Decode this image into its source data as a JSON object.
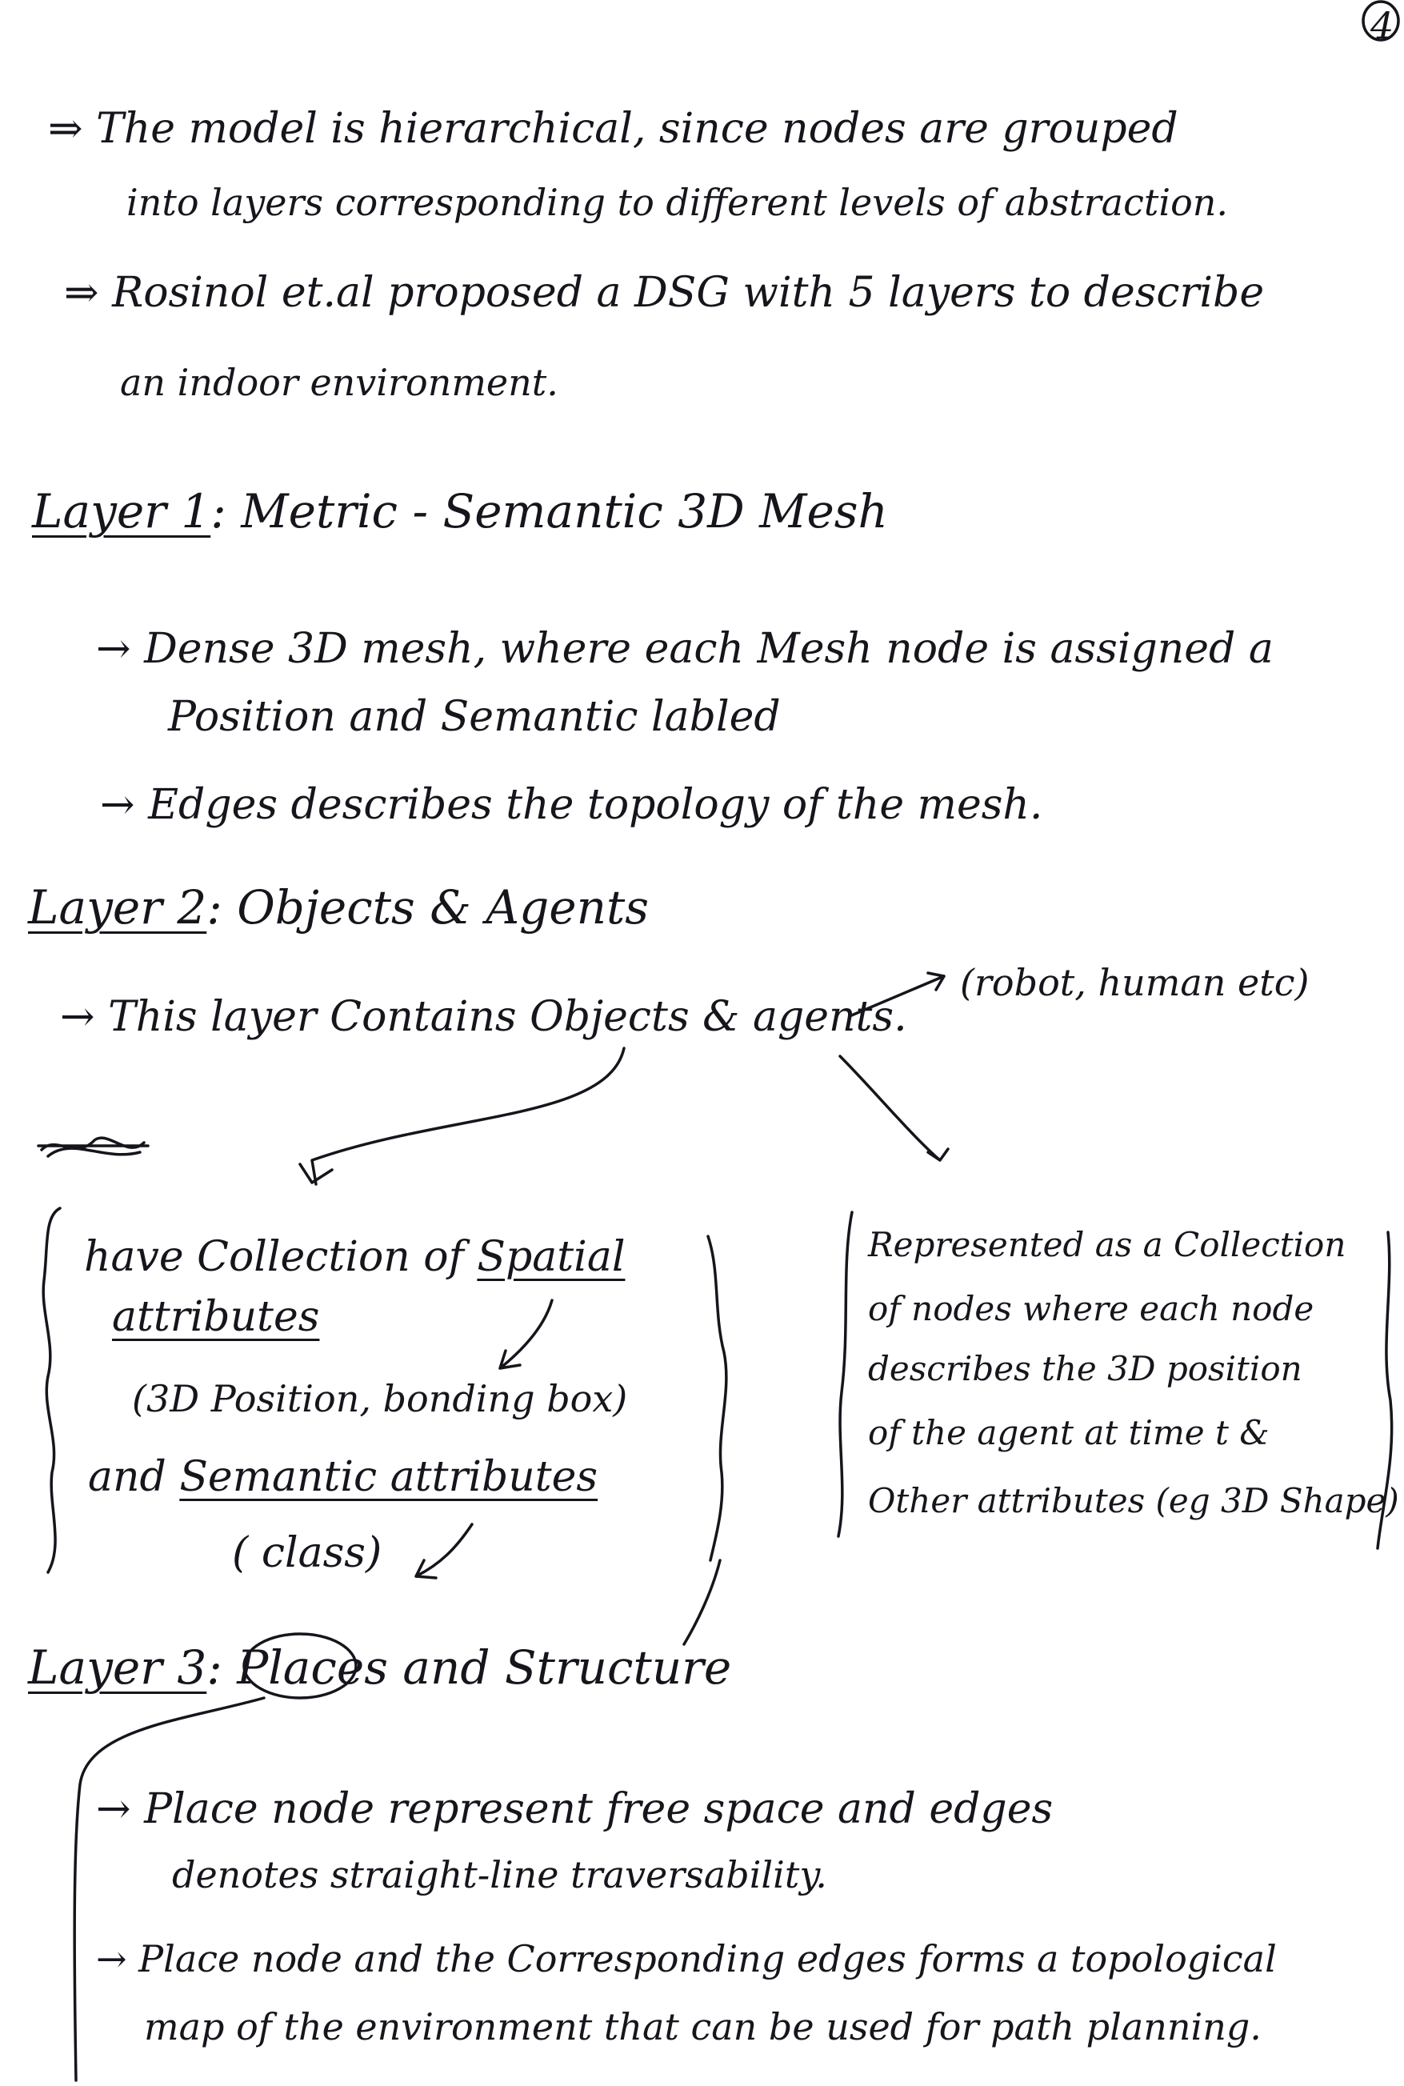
{
  "page_number": "4",
  "intro": {
    "line1": "⇒ The model is hierarchical, since nodes are grouped",
    "line2": "into layers corresponding to different levels of abstraction.",
    "line3": "⇒ Rosinol et.al proposed a DSG with 5 layers to describe",
    "line4": "an indoor environment."
  },
  "layer1": {
    "label": "Layer 1",
    "title": ": Metric - Semantic 3D Mesh",
    "b1_line1": "→ Dense 3D mesh, where each Mesh node is assigned a",
    "b1_line2": "Position and Semantic labled",
    "b2": "→ Edges describes the topology of the mesh."
  },
  "layer2": {
    "label": "Layer 2",
    "title": ": Objects & Agents",
    "aside": "(robot, human etc)",
    "b1": "→ This layer Contains Objects & agents.",
    "scribble": "",
    "left_box": {
      "line1": "have Collection of",
      "line1_underlined": "Spatial",
      "line2": "attributes",
      "line3": "(3D Position, bonding box)",
      "line4_pre": "and",
      "line4_underlined": "Semantic attributes",
      "line5": "( class)"
    },
    "right_box": {
      "line1": "Represented as a Collection",
      "line2": "of nodes where each node",
      "line3": "describes the 3D position",
      "line4": "of the agent at time t &",
      "line5": "Other attributes (eg 3D Shape)"
    }
  },
  "layer3": {
    "label": "Layer 3",
    "colon": ":",
    "circled": "Places",
    "rest": "and Structure",
    "b1_line1": "→ Place node represent free space and edges",
    "b1_line2": "denotes straight-line traversability.",
    "b2_line1": "→ Place node and the Corresponding edges forms a topological",
    "b2_line2": "map of the environment that can be used for path planning."
  }
}
